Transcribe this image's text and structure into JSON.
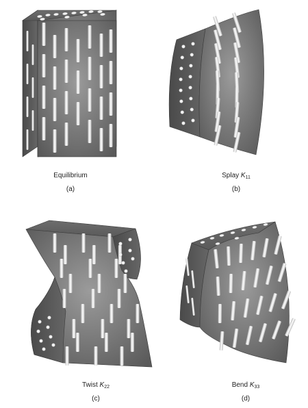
{
  "panels": {
    "a": {
      "title": "Equilibrium",
      "symbol": "",
      "subscript": "",
      "tag": "(a)"
    },
    "b": {
      "title": "Splay",
      "symbol": "K",
      "subscript": "11",
      "tag": "(b)"
    },
    "c": {
      "title": "Twist",
      "symbol": "K",
      "subscript": "22",
      "tag": "(c)"
    },
    "d": {
      "title": "Bend",
      "symbol": "K",
      "subscript": "33",
      "tag": "(d)"
    }
  },
  "colors": {
    "face_dark": "#4e4e4e",
    "face_mid": "#6a6a6a",
    "face_light": "#9a9a9a",
    "edge": "#3a3a3a",
    "rod": "#eeeeee"
  }
}
